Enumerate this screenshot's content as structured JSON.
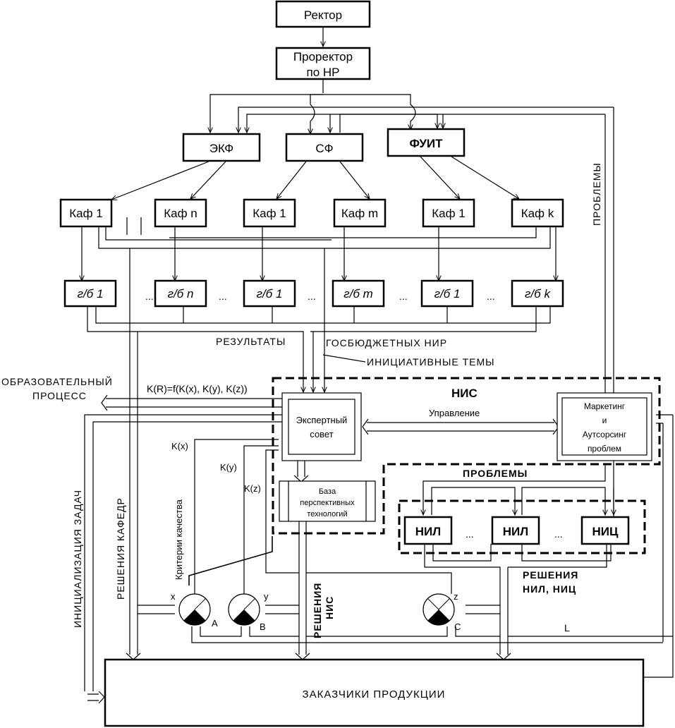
{
  "nodes": {
    "rector": "Ректор",
    "prorector_1": "Проректор",
    "prorector_2": "по НР",
    "ekf": "ЭКФ",
    "sf": "СФ",
    "fuit": "ФУИТ",
    "kaf": [
      "Каф 1",
      "Каф n",
      "Каф 1",
      "Каф m",
      "Каф 1",
      "Каф k"
    ],
    "gb": [
      "г/б 1",
      "г/б n",
      "г/б 1",
      "г/б m",
      "г/б 1",
      "г/б k"
    ],
    "ellipsis": "...",
    "nis": "НИС",
    "expert_1": "Экспертный",
    "expert_2": "совет",
    "marketing_1": "Маркетинг",
    "marketing_2": "и",
    "marketing_3": "Аутсорсинг",
    "marketing_4": "проблем",
    "base_1": "База",
    "base_2": "перспективных",
    "base_3": "технологий",
    "labs": [
      "НИЛ",
      "НИЛ",
      "НИЦ"
    ],
    "customers": "ЗАКАЗЧИКИ ПРОДУКЦИИ"
  },
  "labels": {
    "problems_vertical": "ПРОБЛЕМЫ",
    "results": "РЕЗУЛЬТАТЫ",
    "gosbudget": "ГОСБЮДЖЕТНЫХ НИР",
    "initiative": "ИНИЦИАТИВНЫЕ ТЕМЫ",
    "edu_1": "ОБРАЗОВАТЕЛЬНЫЙ",
    "edu_2": "ПРОЦЕСС",
    "formula": "K(R)=f(K(x), K(y), K(z))",
    "management": "Управление",
    "kx": "K(x)",
    "ky": "K(y)",
    "kz": "K(z)",
    "criteria": "Критерии качества",
    "problems": "ПРОБЛЕМЫ",
    "decisions_labs_1": "РЕШЕНИЯ",
    "decisions_labs_2": "НИЛ, НИЦ",
    "decisions_nis_1": "РЕШЕНИЯ",
    "decisions_nis_2": "НИС",
    "decisions_kaf": "РЕШЕНИЯ КАФЕДР",
    "init_tasks": "ИНИЦИАЛИЗАЦИЯ ЗАДАЧ",
    "x": "x",
    "y": "y",
    "z": "z",
    "a": "A",
    "b": "B",
    "c": "C",
    "l": "L"
  }
}
